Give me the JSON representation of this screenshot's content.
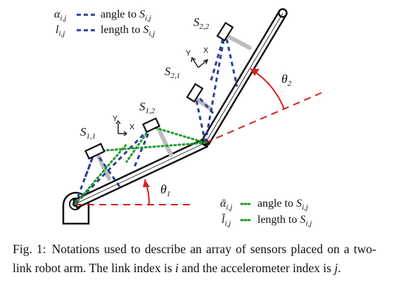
{
  "figure": {
    "sensors": [
      {
        "name": "S",
        "sub": "1,1"
      },
      {
        "name": "S",
        "sub": "1,2"
      },
      {
        "name": "S",
        "sub": "2,1"
      },
      {
        "name": "S",
        "sub": "2,2"
      }
    ],
    "angles": [
      {
        "name": "θ",
        "sub": "1"
      },
      {
        "name": "θ",
        "sub": "2"
      }
    ],
    "axes": {
      "x": "X",
      "y": "Y"
    },
    "legend_top": [
      {
        "symbol": "α",
        "sub": "i,j",
        "text": "angle to ",
        "target": "S",
        "target_sub": "i,j"
      },
      {
        "symbol": "l",
        "sub": "i,j",
        "text": "length to ",
        "target": "S",
        "target_sub": "i,j"
      }
    ],
    "legend_bottom": [
      {
        "symbol": "ᾱ",
        "sub": "i,j",
        "text": "angle to ",
        "target": "S",
        "target_sub": "i,j"
      },
      {
        "symbol": "l̄",
        "sub": "i,j",
        "text": "length to ",
        "target": "S",
        "target_sub": "i,j"
      }
    ],
    "colors": {
      "dashed_blue": "#2c3e96",
      "dotted_green": "#1f9a2a",
      "red": "#d42020",
      "sensor_bar": "#bdbdbd"
    }
  },
  "caption": {
    "label": "Fig. 1:",
    "part1": "Notations used to describe an array of sensors placed on a two-link robot arm. The link index is",
    "var_i": "i",
    "part2": "and the accelerometer index is",
    "var_j": "j",
    "end": "."
  }
}
